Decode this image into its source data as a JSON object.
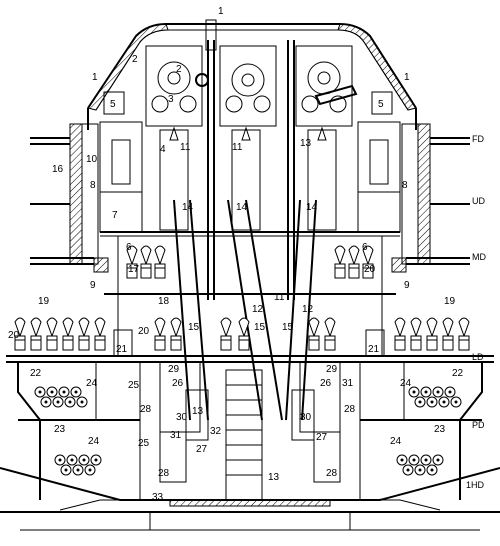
{
  "diagram": {
    "deck_labels": [
      "FD",
      "UD",
      "MD",
      "LD",
      "PD",
      "1HD"
    ],
    "part_labels": [
      "1",
      "2",
      "3",
      "4",
      "5",
      "6",
      "7",
      "8",
      "9",
      "10",
      "11",
      "12",
      "13",
      "14",
      "15",
      "16",
      "17",
      "18",
      "19",
      "20",
      "21",
      "22",
      "23",
      "24",
      "25",
      "26",
      "27",
      "28",
      "29",
      "30",
      "31",
      "32",
      "33"
    ],
    "colors": {
      "ink": "#000000",
      "paper": "#ffffff"
    }
  }
}
